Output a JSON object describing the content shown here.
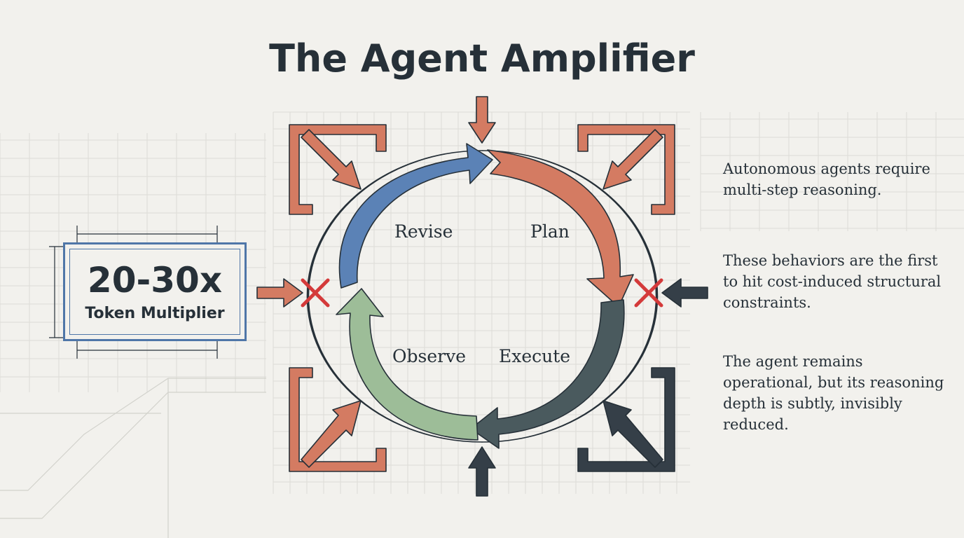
{
  "title": "The Agent Amplifier",
  "stat": {
    "value": "20-30x",
    "label": "Token Multiplier"
  },
  "cycle": {
    "phases": [
      {
        "label": "Revise",
        "color": "#5b82b6"
      },
      {
        "label": "Plan",
        "color": "#d47b62"
      },
      {
        "label": "Observe",
        "color": "#9dbd98"
      },
      {
        "label": "Execute",
        "color": "#4a5a5e"
      }
    ]
  },
  "notes": [
    "Autonomous agents require multi-step reasoning.",
    "These behaviors are the first to hit cost-induced structural constraints.",
    "The agent remains operational, but its reasoning depth is subtly, invisibly reduced."
  ],
  "colors": {
    "background": "#f2f1ed",
    "text": "#263038",
    "blue": "#5b82b6",
    "orange": "#d47b62",
    "green": "#9dbd98",
    "dark": "#353f48",
    "red": "#d43a3a"
  }
}
